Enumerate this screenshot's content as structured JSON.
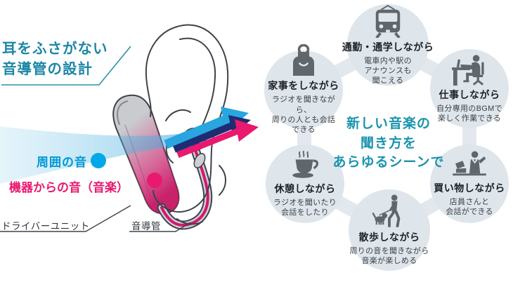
{
  "left_panel": {
    "title": "耳をふさがない\n音導管の設計",
    "labels": {
      "ambient_sound": "周囲の音",
      "device_sound": "機器からの音（音楽）",
      "driver_unit": "ドライバーユニット",
      "sound_conduit": "音導管"
    },
    "icons": [
      "ambient-sound-dot",
      "device-sound-dot",
      "ambient-sound-arrow",
      "device-sound-arrow"
    ],
    "colors": {
      "title_teal": "#1c87a6",
      "ambient_cyan": "#00a8e8",
      "device_magenta": "#e8196f",
      "device_gray": "#c9cbce"
    }
  },
  "scenes_panel": {
    "center_text": "新しい音楽の\n聞き方を\nあらゆるシーンで",
    "colors": {
      "circle_fill": "#dee5eb",
      "icon_gray": "#5f666c",
      "center_teal": "#1a93ae"
    },
    "scenes": [
      {
        "id": "commute",
        "icon": "train-icon",
        "title": "通勤・通学しながら",
        "desc": "電車内や駅の\nアナウンスも\n聞こえる"
      },
      {
        "id": "work",
        "icon": "desk-work-icon",
        "title": "仕事しながら",
        "desc": "自分専用のBGMで\n楽しく作業できる"
      },
      {
        "id": "shopping",
        "icon": "cashier-icon",
        "title": "買い物しながら",
        "desc": "店員さんと\n会話ができる"
      },
      {
        "id": "walk",
        "icon": "dog-walk-icon",
        "title": "散歩しながら",
        "desc": "周りの音を聞きながら\n音楽が楽しめる"
      },
      {
        "id": "rest",
        "icon": "coffee-cup-icon",
        "title": "休憩しながら",
        "desc": "ラジオを聞いたり\n会話をしたり"
      },
      {
        "id": "housework",
        "icon": "apron-icon",
        "title": "家事をしながら",
        "desc": "ラジオを聞きながら、\n周りの人とも会話\nできる"
      }
    ]
  }
}
